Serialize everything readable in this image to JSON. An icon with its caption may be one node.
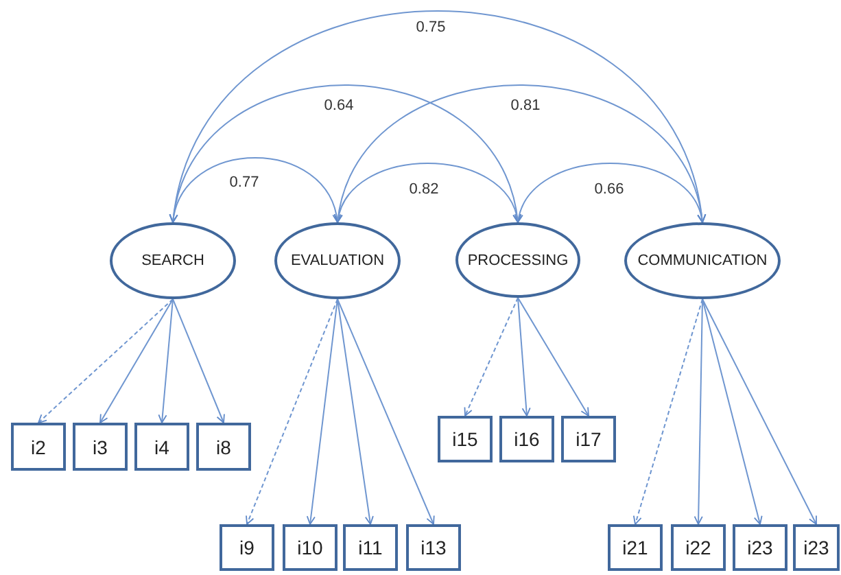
{
  "diagram": {
    "nodes": [
      {
        "text": [
          "SEARCH"
        ]
      },
      {
        "text": [
          "EVALUATION"
        ]
      },
      {
        "text": [
          "PROCESSING"
        ]
      },
      {
        "text": [
          "COMMUNICATION"
        ]
      },
      {
        "text": [
          "i2"
        ]
      },
      {
        "text": [
          "i3"
        ]
      },
      {
        "text": [
          "i4"
        ]
      },
      {
        "text": [
          "i8"
        ]
      },
      {
        "text": [
          "i9"
        ]
      },
      {
        "text": [
          "i10"
        ]
      },
      {
        "text": [
          "i11"
        ]
      },
      {
        "text": [
          "i13"
        ]
      },
      {
        "text": [
          "i15"
        ]
      },
      {
        "text": [
          "i16"
        ]
      },
      {
        "text": [
          "i17"
        ]
      },
      {
        "text": [
          "i21"
        ]
      },
      {
        "text": [
          "i22"
        ]
      },
      {
        "text": [
          "i23"
        ]
      },
      {
        "text": [
          "i23"
        ]
      }
    ],
    "edges": [
      {
        "from": 0,
        "to": 1,
        "arrow": "both",
        "label": "0.77"
      },
      {
        "from": 1,
        "to": 2,
        "arrow": "both",
        "label": "0.82"
      },
      {
        "from": 2,
        "to": 3,
        "arrow": "both",
        "label": "0.66"
      },
      {
        "from": 0,
        "to": 2,
        "arrow": "both",
        "label": "0.64"
      },
      {
        "from": 1,
        "to": 3,
        "arrow": "both",
        "label": "0.81"
      },
      {
        "from": 0,
        "to": 3,
        "arrow": "both",
        "label": "0.75"
      },
      {
        "from": 0,
        "to": 4,
        "arrow": "to",
        "style": "dashed"
      },
      {
        "from": 0,
        "to": 5,
        "arrow": "to"
      },
      {
        "from": 0,
        "to": 6,
        "arrow": "to"
      },
      {
        "from": 0,
        "to": 7,
        "arrow": "to"
      },
      {
        "from": 1,
        "to": 8,
        "arrow": "to",
        "style": "dashed"
      },
      {
        "from": 1,
        "to": 9,
        "arrow": "to"
      },
      {
        "from": 1,
        "to": 10,
        "arrow": "to"
      },
      {
        "from": 1,
        "to": 11,
        "arrow": "to"
      },
      {
        "from": 2,
        "to": 12,
        "arrow": "to",
        "style": "dashed"
      },
      {
        "from": 2,
        "to": 13,
        "arrow": "to"
      },
      {
        "from": 2,
        "to": 14,
        "arrow": "to"
      },
      {
        "from": 3,
        "to": 15,
        "arrow": "to",
        "style": "dashed"
      },
      {
        "from": 3,
        "to": 16,
        "arrow": "to"
      },
      {
        "from": 3,
        "to": 17,
        "arrow": "to"
      },
      {
        "from": 3,
        "to": 18,
        "arrow": "to"
      }
    ]
  }
}
